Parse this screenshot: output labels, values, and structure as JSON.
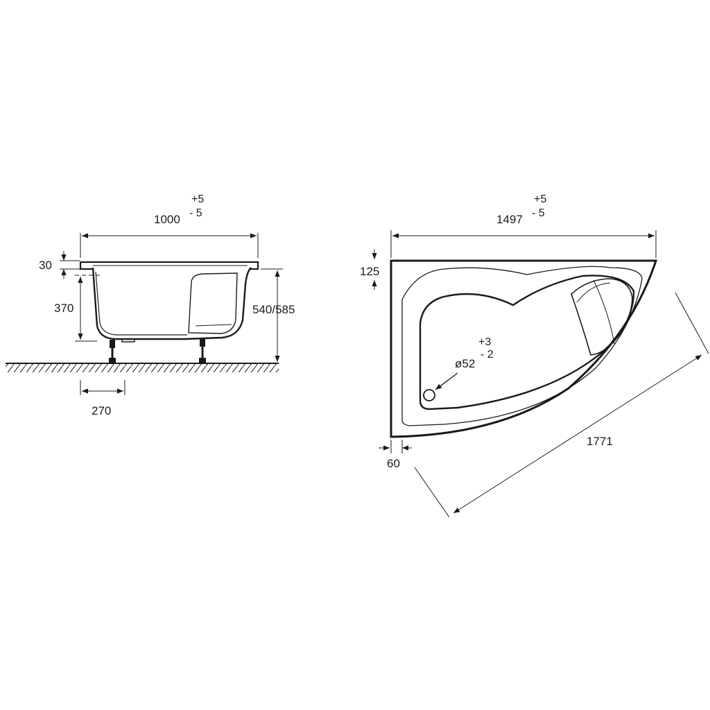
{
  "side_view": {
    "width_main": "1000",
    "width_tol_plus": "+5",
    "width_tol_minus": "- 5",
    "rim_thickness": "30",
    "inner_depth": "370",
    "total_height": "540/585",
    "leg_offset": "270"
  },
  "top_view": {
    "width_main": "1497",
    "width_tol_plus": "+5",
    "width_tol_minus": "- 5",
    "rim_top": "125",
    "rim_side": "60",
    "diagonal": "1771",
    "drain_diameter": "ø52",
    "drain_tol_plus": "+3",
    "drain_tol_minus": "- 2"
  },
  "colors": {
    "line": "#1a1a1a",
    "background": "#ffffff"
  }
}
